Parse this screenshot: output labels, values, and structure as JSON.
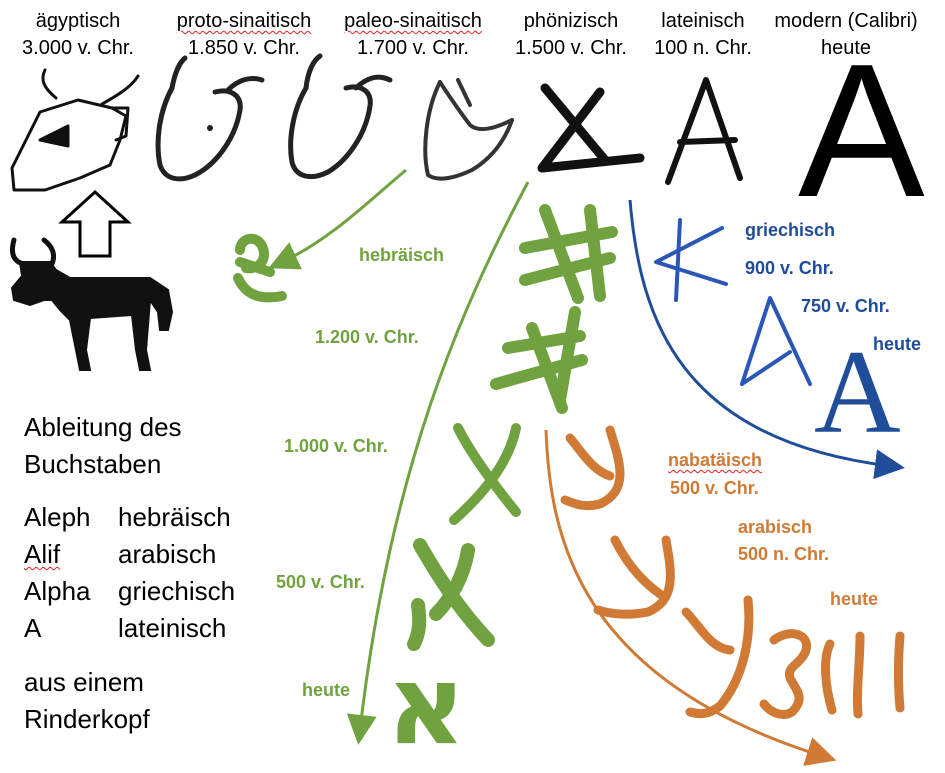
{
  "headers": [
    {
      "name": "ägyptisch",
      "date": "3.000 v. Chr."
    },
    {
      "name": "proto-sinaitisch",
      "date": "1.850 v. Chr."
    },
    {
      "name": "paleo-sinaitisch",
      "date": "1.700 v. Chr."
    },
    {
      "name": "phönizisch",
      "date": "1.500 v. Chr."
    },
    {
      "name": "lateinisch",
      "date": "100 n. Chr."
    },
    {
      "name": "modern (Calibri)",
      "date": "heute"
    }
  ],
  "modern_letter": "A",
  "greek": {
    "title": "griechisch",
    "date1": "900 v. Chr.",
    "date2": "750 v. Chr.",
    "today": "heute",
    "modern_letter": "A"
  },
  "hebrew": {
    "title": "hebräisch",
    "date1": "1.200 v. Chr.",
    "date2": "1.000 v. Chr.",
    "date3": "500 v. Chr.",
    "today": "heute",
    "modern_letter": "א"
  },
  "nabataean": {
    "title": "nabatäisch",
    "date": "500 v. Chr."
  },
  "arabic": {
    "title": "arabisch",
    "date": "500 n. Chr.",
    "today": "heute"
  },
  "derivation": {
    "title_line1": "Ableitung des",
    "title_line2": "Buchstaben",
    "rows": [
      {
        "name": "Aleph",
        "lang": "hebräisch"
      },
      {
        "name": "Alif",
        "lang": "arabisch"
      },
      {
        "name": "Alpha",
        "lang": "griechisch"
      },
      {
        "name": "A",
        "lang": "lateinisch"
      }
    ],
    "origin_line1": "aus einem",
    "origin_line2": "Rinderkopf"
  },
  "colors": {
    "green": "#70a33f",
    "blue": "#1f4d9a",
    "orange": "#d07a35",
    "black": "#000000"
  }
}
